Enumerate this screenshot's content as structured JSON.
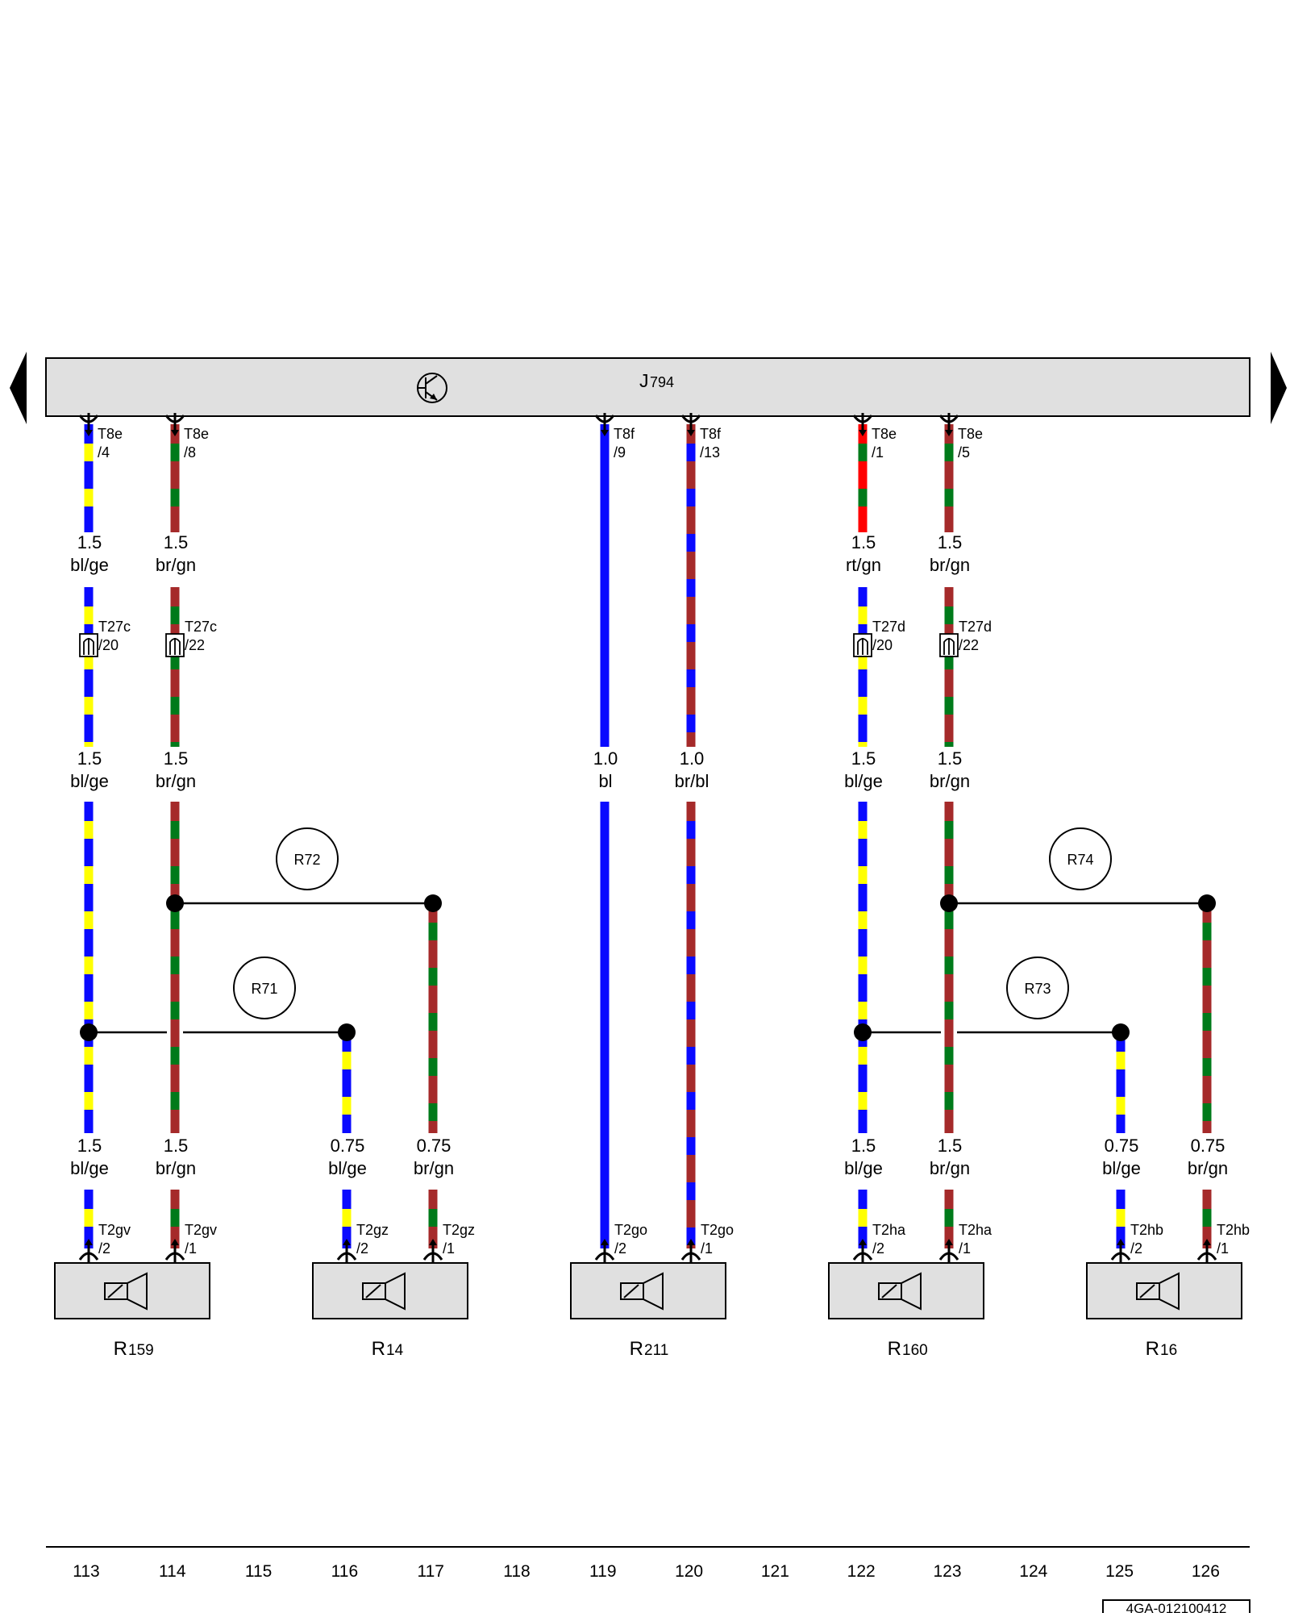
{
  "control_unit": {
    "prefix": "J",
    "number": "794",
    "icon": "transistor-icon"
  },
  "connectors": [
    {
      "id": "c1",
      "name": "T8e",
      "pin": "/4"
    },
    {
      "id": "c2",
      "name": "T8e",
      "pin": "/8"
    },
    {
      "id": "c3",
      "name": "T8f",
      "pin": "/9"
    },
    {
      "id": "c4",
      "name": "T8f",
      "pin": "/13"
    },
    {
      "id": "c5",
      "name": "T8e",
      "pin": "/1"
    },
    {
      "id": "c6",
      "name": "T8e",
      "pin": "/5"
    },
    {
      "id": "c7",
      "name": "T27c",
      "pin": "/20"
    },
    {
      "id": "c8",
      "name": "T27c",
      "pin": "/22"
    },
    {
      "id": "c9",
      "name": "T27d",
      "pin": "/20"
    },
    {
      "id": "c10",
      "name": "T27d",
      "pin": "/22"
    },
    {
      "id": "c11",
      "name": "T2gv",
      "pin": "/2"
    },
    {
      "id": "c12",
      "name": "T2gv",
      "pin": "/1"
    },
    {
      "id": "c13",
      "name": "T2gz",
      "pin": "/2"
    },
    {
      "id": "c14",
      "name": "T2gz",
      "pin": "/1"
    },
    {
      "id": "c15",
      "name": "T2go",
      "pin": "/2"
    },
    {
      "id": "c16",
      "name": "T2go",
      "pin": "/1"
    },
    {
      "id": "c17",
      "name": "T2ha",
      "pin": "/2"
    },
    {
      "id": "c18",
      "name": "T2ha",
      "pin": "/1"
    },
    {
      "id": "c19",
      "name": "T2hb",
      "pin": "/2"
    },
    {
      "id": "c20",
      "name": "T2hb",
      "pin": "/1"
    }
  ],
  "wire_labels": [
    {
      "size": "1.5",
      "color": "bl/ge"
    },
    {
      "size": "1.5",
      "color": "br/gn"
    },
    {
      "size": "1.5",
      "color": "rt/gn"
    },
    {
      "size": "1.5",
      "color": "br/gn"
    },
    {
      "size": "1.5",
      "color": "bl/ge"
    },
    {
      "size": "1.5",
      "color": "br/gn"
    },
    {
      "size": "1.0",
      "color": "bl"
    },
    {
      "size": "1.0",
      "color": "br/bl"
    },
    {
      "size": "1.5",
      "color": "bl/ge"
    },
    {
      "size": "1.5",
      "color": "br/gn"
    },
    {
      "size": "1.5",
      "color": "bl/ge"
    },
    {
      "size": "1.5",
      "color": "br/gn"
    },
    {
      "size": "0.75",
      "color": "bl/ge"
    },
    {
      "size": "0.75",
      "color": "br/gn"
    },
    {
      "size": "1.5",
      "color": "bl/ge"
    },
    {
      "size": "1.5",
      "color": "br/gn"
    },
    {
      "size": "0.75",
      "color": "bl/ge"
    },
    {
      "size": "0.75",
      "color": "br/gn"
    }
  ],
  "references": [
    "R72",
    "R71",
    "R74",
    "R73"
  ],
  "components": [
    {
      "prefix": "R",
      "number": "159",
      "icon": "speaker-icon"
    },
    {
      "prefix": "R",
      "number": "14",
      "icon": "speaker-icon"
    },
    {
      "prefix": "R",
      "number": "211",
      "icon": "speaker-icon"
    },
    {
      "prefix": "R",
      "number": "160",
      "icon": "speaker-icon"
    },
    {
      "prefix": "R",
      "number": "16",
      "icon": "speaker-icon"
    }
  ],
  "tracks": [
    "113",
    "114",
    "115",
    "116",
    "117",
    "118",
    "119",
    "120",
    "121",
    "122",
    "123",
    "124",
    "125",
    "126"
  ],
  "document_id": "4GA-012100412",
  "colors": {
    "bl": "#0a0aff",
    "ge": "#ffff00",
    "br": "#a52a2a",
    "gn": "#007a1a",
    "rt": "#ff0000",
    "panel": "#e0e0e0"
  }
}
